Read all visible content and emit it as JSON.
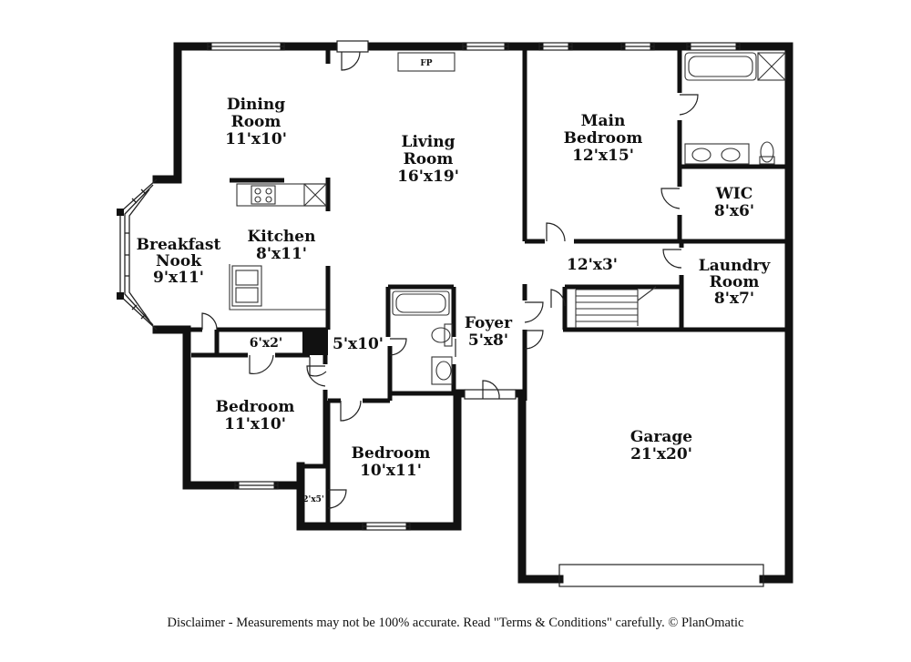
{
  "rooms": {
    "dining": {
      "name_1": "Dining",
      "name_2": "Room",
      "dims": "11'x10'"
    },
    "living": {
      "name_1": "Living",
      "name_2": "Room",
      "dims": "16'x19'"
    },
    "main_bedroom": {
      "name_1": "Main",
      "name_2": "Bedroom",
      "dims": "12'x15'"
    },
    "wic": {
      "name": "WIC",
      "dims": "8'x6'"
    },
    "breakfast": {
      "name_1": "Breakfast",
      "name_2": "Nook",
      "dims": "9'x11'"
    },
    "kitchen": {
      "name": "Kitchen",
      "dims": "8'x11'"
    },
    "hall": {
      "dims": "12'x3'"
    },
    "laundry": {
      "name_1": "Laundry",
      "name_2": "Room",
      "dims": "8'x7'"
    },
    "closet_6x2": {
      "dims": "6'x2'"
    },
    "hall_5x10": {
      "dims": "5'x10'"
    },
    "foyer": {
      "name": "Foyer",
      "dims": "5'x8'"
    },
    "bedroom_left": {
      "name": "Bedroom",
      "dims": "11'x10'"
    },
    "bedroom_right": {
      "name": "Bedroom",
      "dims": "10'x11'"
    },
    "closet_2x5": {
      "dims": "2'x5'"
    },
    "garage": {
      "name": "Garage",
      "dims": "21'x20'"
    }
  },
  "fixtures": {
    "fireplace": "FP"
  },
  "disclaimer": "Disclaimer - Measurements may not be 100% accurate. Read \"Terms & Conditions\" carefully. © PlanOmatic",
  "colors": {
    "wall": "#111111",
    "background": "#ffffff"
  }
}
